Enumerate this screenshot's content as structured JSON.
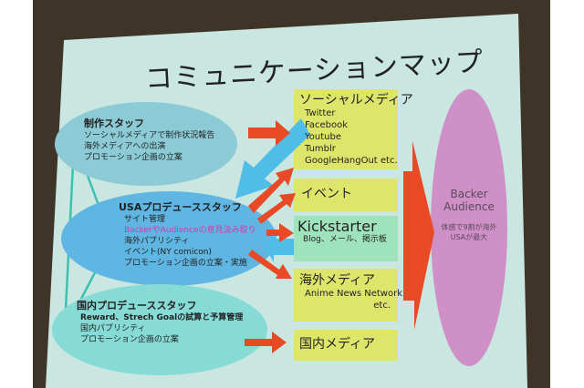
{
  "slide": {
    "title": "コミュニケーションマップ",
    "colors": {
      "background": "#c9e6e0",
      "frame": "#3f3428",
      "yellow_box": "#dde66a",
      "green_box": "#9fe3bd",
      "staff_ellipse_top": "#8ccbd6",
      "staff_ellipse_mid": "#5fb6e3",
      "staff_ellipse_bottom": "#86dbd6",
      "audience_ellipse": "#cf8fc7",
      "red_arrow": "#e84a25",
      "blue_arrow": "#4fbde8",
      "connector": "#3fbfae",
      "highlight_text": "#d63aa8"
    }
  },
  "staff": {
    "production": {
      "title": "制作スタッフ",
      "items": [
        "ソーシャルメディアで制作状況報告",
        "海外メディアへの出演",
        "プロモーション企画の立案"
      ]
    },
    "usa": {
      "title": "USAプロデューススタッフ",
      "items": [
        "サイト管理",
        "BackerやAudienceの意見汲み取り",
        "海外パブリシティ",
        "イベント(NY comicon)",
        "プロモーション企画の立案・実施"
      ]
    },
    "domestic": {
      "title": "国内プロデューススタッフ",
      "items": [
        "Reward、Strech Goalの試算と予算管理",
        "国内パブリシティ",
        "プロモーション企画の立案"
      ]
    }
  },
  "channels": {
    "social": {
      "title": "ソーシャルメディア",
      "items": [
        "Twitter",
        "Facebook",
        "Youtube",
        "Tumblr",
        "GoogleHangOut etc."
      ]
    },
    "event": {
      "title": "イベント"
    },
    "kickstarter": {
      "title": "Kickstarter",
      "sub": "Blog、メール、掲示板"
    },
    "overseas_media": {
      "title": "海外メディア",
      "items": [
        "Anime News Network",
        "etc."
      ]
    },
    "domestic_media": {
      "title": "国内メディア"
    }
  },
  "audience": {
    "title_line1": "Backer",
    "title_line2": "Audience",
    "note_line1": "体感で9割が海外",
    "note_line2": "USAが最大"
  }
}
